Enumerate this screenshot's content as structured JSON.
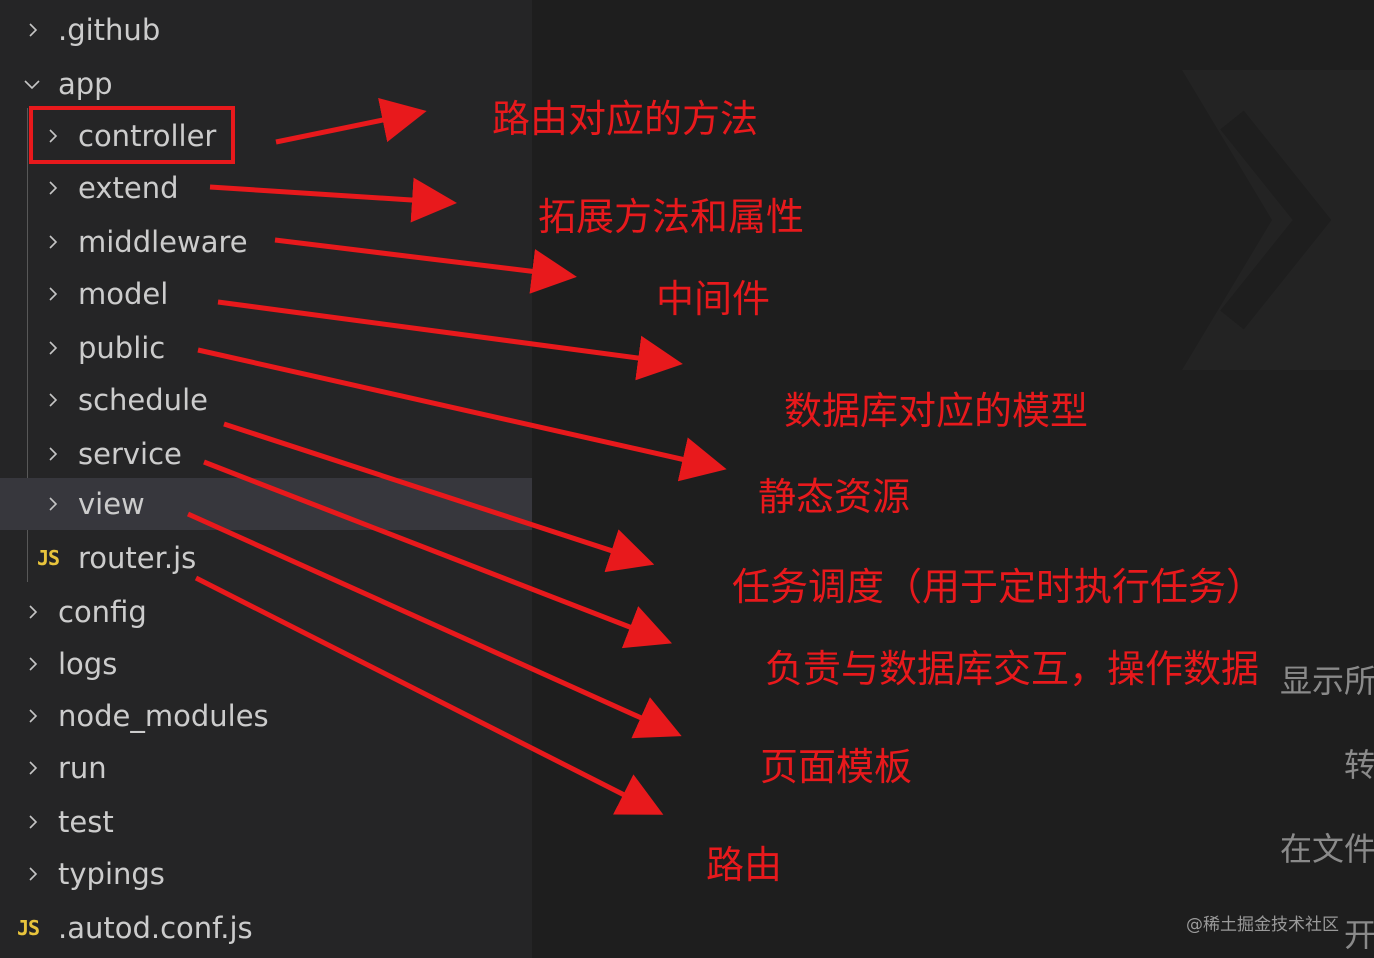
{
  "explorer": {
    "items": [
      {
        "label": ".github",
        "kind": "folder"
      },
      {
        "label": "app",
        "kind": "folder-open"
      },
      {
        "label": "controller",
        "kind": "folder"
      },
      {
        "label": "extend",
        "kind": "folder"
      },
      {
        "label": "middleware",
        "kind": "folder"
      },
      {
        "label": "model",
        "kind": "folder"
      },
      {
        "label": "public",
        "kind": "folder"
      },
      {
        "label": "schedule",
        "kind": "folder"
      },
      {
        "label": "service",
        "kind": "folder"
      },
      {
        "label": "view",
        "kind": "folder"
      },
      {
        "label": "router.js",
        "kind": "js-file"
      },
      {
        "label": "config",
        "kind": "folder"
      },
      {
        "label": "logs",
        "kind": "folder"
      },
      {
        "label": "node_modules",
        "kind": "folder"
      },
      {
        "label": "run",
        "kind": "folder"
      },
      {
        "label": "test",
        "kind": "folder"
      },
      {
        "label": "typings",
        "kind": "folder"
      },
      {
        "label": ".autod.conf.js",
        "kind": "js-file"
      }
    ],
    "js_icon_text": "JS",
    "selected": "view"
  },
  "annotations": [
    {
      "text": "路由对应的方法"
    },
    {
      "text": "拓展方法和属性"
    },
    {
      "text": "中间件"
    },
    {
      "text": "数据库对应的模型"
    },
    {
      "text": "静态资源"
    },
    {
      "text": "任务调度（用于定时执行任务）"
    },
    {
      "text": "负责与数据库交互，操作数据"
    },
    {
      "text": "页面模板"
    },
    {
      "text": "路由"
    }
  ],
  "editor_fragments": [
    "显示所",
    "转",
    "在文件",
    "开"
  ],
  "watermark": "@稀土掘金技术社区",
  "colors": {
    "sidebar_bg": "#252526",
    "editor_bg": "#1e1e1e",
    "selected_bg": "#37373d",
    "text": "#cccccc",
    "annotation": "#e8191c",
    "js_icon": "#e8c43c"
  }
}
